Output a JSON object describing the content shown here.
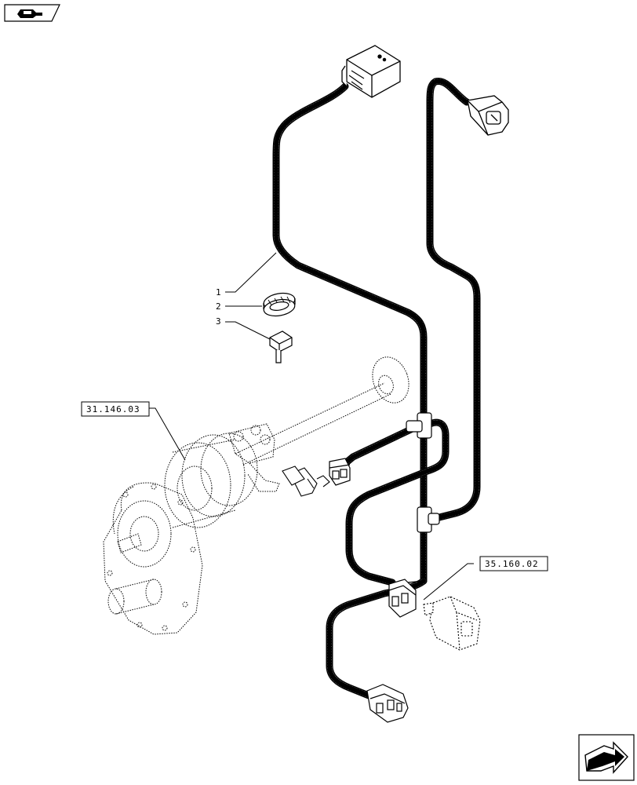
{
  "nav": {
    "top_icon": "book-arrow-icon",
    "bottom_icon": "next-page-arrow-icon"
  },
  "callouts": [
    {
      "label": "1"
    },
    {
      "label": "2"
    },
    {
      "label": "3"
    }
  ],
  "references": [
    {
      "label": "31.146.03"
    },
    {
      "label": "35.160.02"
    }
  ],
  "colors": {
    "line": "#000000",
    "background": "#ffffff"
  }
}
